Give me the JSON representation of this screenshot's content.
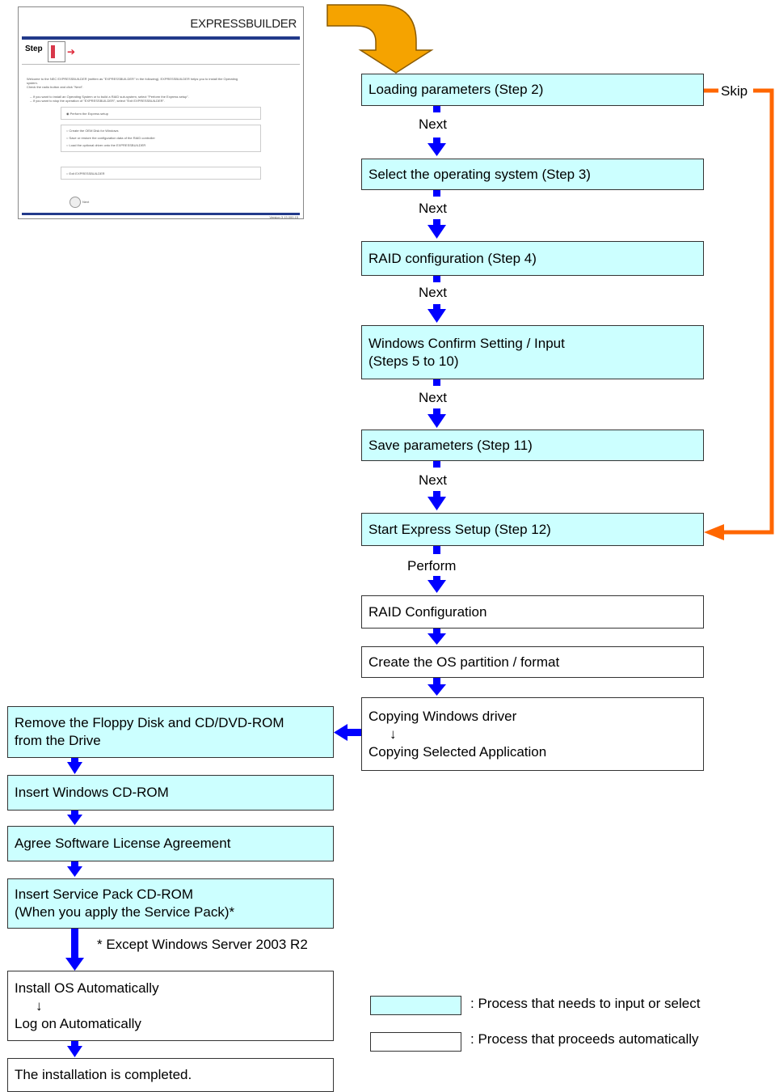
{
  "thumbnail": {
    "title": "EXPRESSBUILDER",
    "step_label": "Step",
    "intro_lines": [
      "Welcome to the NEC EXPRESSBUILDER (written as \"EXPRESSBUILDER\" in the following). EXPRESSBUILDER helps you to install the Operating",
      "system.",
      "Check the radio button and click \"Next\"."
    ],
    "hint_lines": [
      "-- If you want to install an Operating System or to build a RAID sub-system, select \"Perform the Express setup\".",
      "-- If you want to stop the operation of \"EXPRESSBUILDER\", select \"Exit EXPRESSBUILDER\"."
    ],
    "option_express": "Perform the Express setup",
    "options_other": [
      "Create the OEM Disk for Windows",
      "Save or restore the configuration data of the RAID controller",
      "Load the optional driver onto the EXPRESSBUILDER"
    ],
    "option_exit": "Exit EXPRESSBUILDER",
    "next_label": "Next",
    "version": "Version 3.13.000.15"
  },
  "main_flow": {
    "loading": "Loading parameters (Step 2)",
    "select_os": "Select the operating system (Step 3)",
    "raid_config": "RAID configuration (Step 4)",
    "windows_confirm": [
      "Windows Confirm Setting / Input",
      "(Steps 5 to 10)"
    ],
    "save_params": "Save parameters (Step 11)",
    "start_express": "Start Express Setup (Step 12)",
    "raid_configuration": "RAID Configuration",
    "create_partition": "Create the OS partition / format",
    "copying": [
      "Copying Windows driver",
      "↓",
      "Copying Selected Application"
    ]
  },
  "connectors": {
    "next": "Next",
    "perform": "Perform",
    "skip": "Skip"
  },
  "left_flow": {
    "remove_floppy": [
      "Remove the Floppy Disk and CD/DVD-ROM",
      "from the Drive"
    ],
    "insert_windows": "Insert Windows CD-ROM",
    "agree_license": "Agree Software License Agreement",
    "insert_sp": [
      "Insert Service Pack CD-ROM",
      "(When you apply the Service Pack)*"
    ],
    "footnote": "* Except Windows Server 2003 R2",
    "install_os": [
      "Install OS Automatically",
      "↓",
      "Log on Automatically"
    ],
    "completed": "The installation is completed."
  },
  "legend": {
    "input_select": ": Process that needs to input or select",
    "automatic": ": Process that proceeds automatically"
  },
  "colors": {
    "input_box": "#ccffff",
    "arrow_blue": "#0000ff",
    "skip_orange": "#ff6600",
    "big_arrow": "#f5a300"
  }
}
